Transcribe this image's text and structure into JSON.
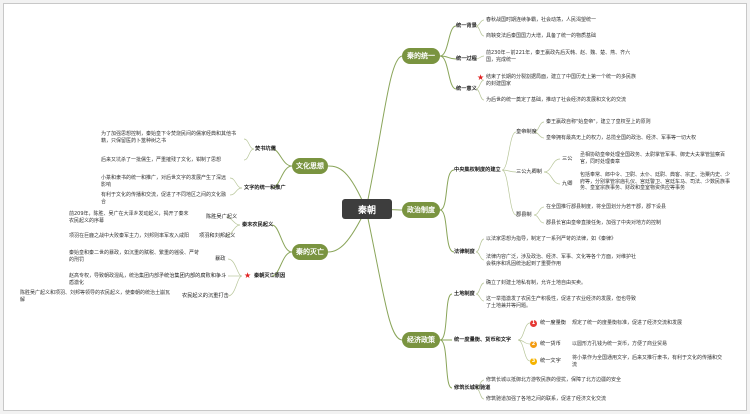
{
  "central": "秦朝",
  "colors": {
    "branch": "#7a9440",
    "line": "#8aa55a",
    "central": "#3d3d3d",
    "star": "#e02020",
    "num1": "#e53935",
    "num2": "#f39c12",
    "num3": "#f5b300"
  },
  "right": {
    "unify": {
      "label": "秦的统一",
      "bg": {
        "label": "统一背景",
        "items": [
          "春秋战国时期连续争霸，社会动荡，人民渴望统一",
          "商鞅变法后秦国国力大增，具备了统一的物质基础"
        ]
      },
      "process": {
        "label": "统一过程",
        "items": [
          "前230年－前221年，秦王嬴政先后灭韩、赵、魏、楚、燕、齐六国，完成统一"
        ]
      },
      "meaning": {
        "label": "统一意义",
        "items": [
          "结束了长期的分裂割据局面，建立了中国历史上第一个统一的多民族的封建国家",
          "为后世的统一奠定了基础，推动了社会经济的发展和文化的交流"
        ]
      }
    },
    "politics": {
      "label": "政治制度",
      "central": {
        "label": "中央集权制度的建立",
        "emperor": {
          "label": "皇帝制度",
          "items": [
            "秦王嬴政自称\"始皇帝\"，建立了皇权至上的原则",
            "皇帝拥有最高无上的权力，总揽全国的政治、经济、军事等一切大权"
          ]
        },
        "sangong": {
          "label": "三公九卿制",
          "sub": [
            {
              "label": "三公",
              "text": "丞相协助皇帝处理全国政务、太尉掌管军事、御史大夫掌管监察百官，同时处理奏章"
            },
            {
              "label": "九卿",
              "text": "包括奉常、郎中令、卫尉、太仆、廷尉、典客、宗正、治粟内史、少府等，分别掌管宗庙礼仪、宫廷警卫、宫廷车马、司法、少数民族事务、皇室宗族事务、财政和皇室物资供应等事务"
            }
          ]
        },
        "junxian": {
          "label": "郡县制",
          "items": [
            "在全国推行郡县制度，将全国划分为若干郡，郡下设县",
            "郡县长官由皇帝直接任免，加强了中央对地方的控制"
          ]
        }
      },
      "law": {
        "label": "法律制度",
        "items": [
          "以法家思想为指导，制定了一系列严苛的法律，如《秦律》",
          "法律内容广泛，涉及政治、经济、军事、文化等各个方面，对维护社会秩序和巩固统治起到了重要作用"
        ]
      }
    },
    "economy": {
      "label": "经济政策",
      "land": {
        "label": "土地制度",
        "items": [
          "确立了封建土地私有制，允许土地自由买卖。",
          "这一举措激发了农民生产积极性，促进了农业经济的发展，但也导致了土地兼并等问题。"
        ]
      },
      "unify": {
        "label": "统一度量衡、货币和文字",
        "sub": [
          {
            "n": "1",
            "label": "统一度量衡",
            "text": "规定了统一的度量衡标准，促进了经济交流和发展"
          },
          {
            "n": "2",
            "label": "统一货币",
            "text": "以圆形方孔钱为统一货币，方便了商业贸易"
          },
          {
            "n": "3",
            "label": "统一文字",
            "text": "将小篆作为全国通用文字，后来又推行隶书，有利于文化的传播和交流"
          }
        ]
      },
      "wall": {
        "label": "修筑长城和驰道",
        "items": [
          "修筑长城以抵御北方游牧民族的侵扰，保障了北方边疆的安全",
          "修筑驰道加强了各地之间的联系，促进了经济文化交流"
        ]
      }
    }
  },
  "left": {
    "culture": {
      "label": "文化思想",
      "burn": {
        "label": "焚书坑儒",
        "items": [
          "为了加强思想控制，秦始皇下令焚烧民间的儒家经典和其他书籍，只保留医药卜筮种树之书",
          "后来又坑杀了一批儒生，严重摧残了文化，钳制了思想"
        ]
      },
      "script": {
        "label": "文字的统一和推广",
        "items": [
          "小篆和隶书的统一和推广，对后世文字的发展产生了深远影响",
          "有利于文化的传播和交流，促进了不同地区之间的文化融合"
        ]
      }
    },
    "fall": {
      "label": "秦的灭亡",
      "revolt": {
        "label": "秦末农民起义",
        "cause": "陈胜吴广起义",
        "result": "项羽和刘邦起义",
        "pre": "前209年，陈胜、吴广在大泽乡发动起义，揭开了秦末农民起义的序幕",
        "after": "项羽在巨鹿之战中大败秦军主力，刘邦则率军攻入咸阳"
      },
      "reasons": {
        "label": "秦朝灭亡原因",
        "items": [
          {
            "key": "暴政",
            "text": "秦始皇和秦二世的暴政，如沉重的赋税、繁重的徭役、严苛的刑罚"
          },
          {
            "key": "统治集团内部的腐败和争斗",
            "text": "赵高专权，导致朝政混乱，统治集团内部矛盾激化"
          },
          {
            "key": "农民起义的沉重打击",
            "text": "陈胜吴广起义和项羽、刘邦等领导的农民起义，使秦朝的统治土崩瓦解"
          }
        ]
      }
    }
  }
}
